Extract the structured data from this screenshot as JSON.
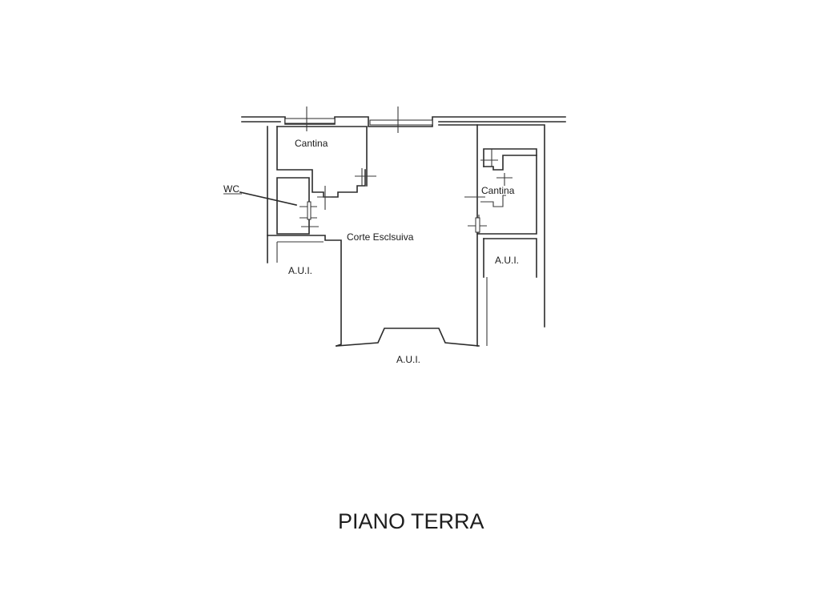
{
  "plan": {
    "floor_title": "PIANO TERRA",
    "rooms": {
      "cantina_1": "Cantina",
      "wc": "WC",
      "corte": "Corte Esclsuiva",
      "cantina_2": "Cantina",
      "aui_left": "A.U.I.",
      "aui_right": "A.U.I.",
      "aui_bottom": "A.U.I."
    }
  },
  "colors": {
    "line": "#2b2b2b",
    "background": "#ffffff",
    "text": "#1a1a1a"
  }
}
